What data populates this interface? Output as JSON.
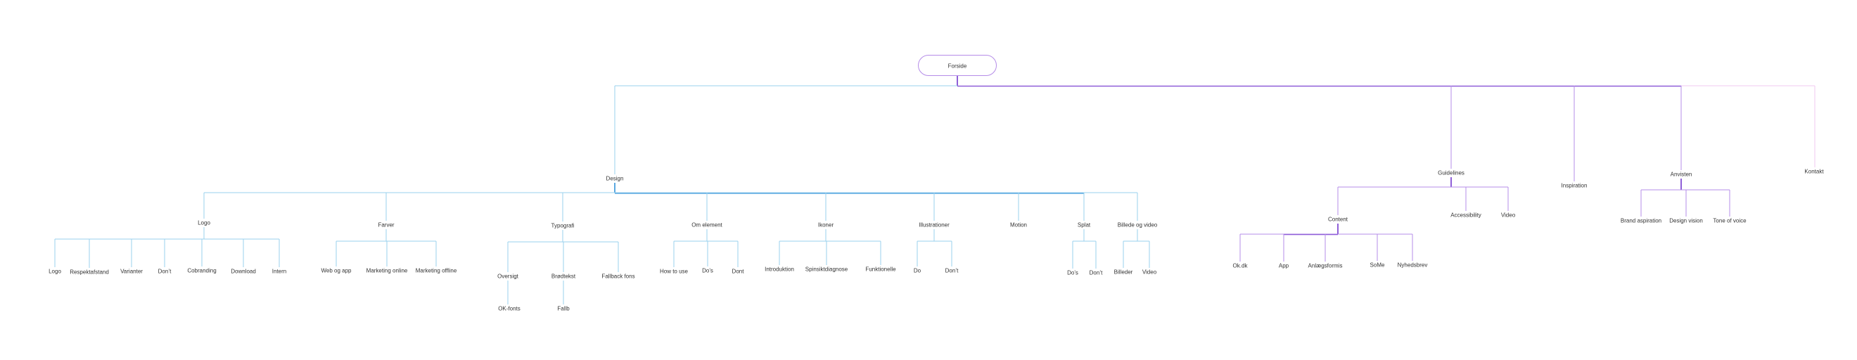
{
  "colors": {
    "blue": "#9ad0ee",
    "blue_dark": "#5aa8e0",
    "purple": "#b58ce8",
    "purple_dark": "#8f5fd8",
    "pink": "#f0c8f0"
  },
  "root": "Forside",
  "design": {
    "label": "Design",
    "logo": {
      "label": "Logo",
      "children": [
        "Logo",
        "Respektafstand",
        "Varianter",
        "Don’t",
        "Cobranding",
        "Download",
        "Intern"
      ]
    },
    "farver": {
      "label": "Farver",
      "children": [
        "Web og app",
        "Marketing online",
        "Marketing offline"
      ]
    },
    "typo": {
      "label": "Typografi",
      "oversigt": "Oversigt",
      "oversigt_child": "OK-fonts",
      "broedtekst": "Brødtekst",
      "broedtekst_child": "Fallb",
      "fallback": "Fallback fons"
    },
    "om": {
      "label": "Om element",
      "children": [
        "How to use",
        "Do’s",
        "Dont"
      ]
    },
    "ikoner": {
      "label": "Ikoner",
      "children": [
        "Introduktion",
        "Spinsiktdiagnose",
        "Funktionelle"
      ]
    },
    "illu": {
      "label": "Illustrationer",
      "children": [
        "Do",
        "Don’t"
      ]
    },
    "motion": "Motion",
    "splat": {
      "label": "Splat",
      "children": [
        "Do’s",
        "Don’t"
      ]
    },
    "billede": {
      "label": "Billede og video",
      "children": [
        "Billeder",
        "Video"
      ]
    }
  },
  "guidelines": {
    "label": "Guidelines",
    "content": {
      "label": "Content",
      "children": [
        "Ok.dk",
        "App",
        "Anlægsformis",
        "SoMe",
        "Nyhedsbrev"
      ]
    },
    "accessibility": "Accessibility",
    "video": "Video"
  },
  "inspiration": "Inspiration",
  "ansvisten": {
    "label": "Anvisten",
    "children": [
      "Brand aspiration",
      "Design vision",
      "Tone of voice"
    ]
  },
  "kontakt": "Kontakt"
}
